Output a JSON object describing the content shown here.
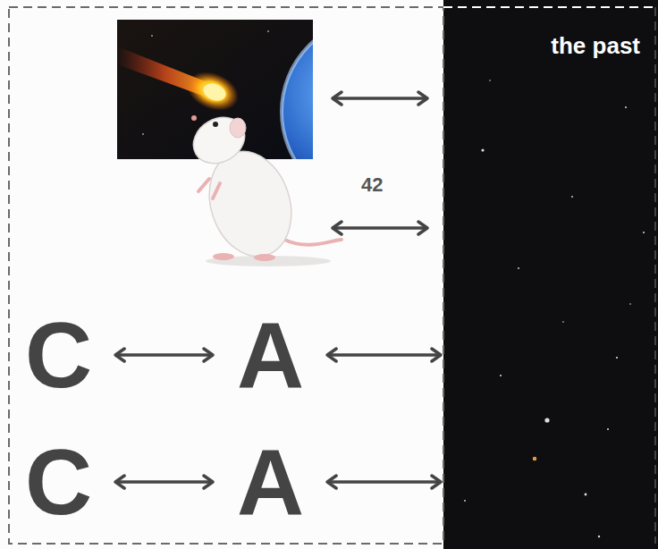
{
  "diagram": {
    "nodes": [
      {
        "text": [
          "the past"
        ]
      },
      {
        "text": [
          "C"
        ]
      },
      {
        "text": [
          "A"
        ]
      },
      {
        "text": [
          "C"
        ]
      },
      {
        "text": [
          "A"
        ]
      }
    ],
    "edges": [
      {
        "from": 1,
        "to": 2,
        "arrow": "both"
      },
      {
        "from": 2,
        "to": 0,
        "arrow": "both"
      },
      {
        "from": 3,
        "to": 4,
        "arrow": "both"
      },
      {
        "from": 4,
        "to": 0,
        "arrow": "both"
      }
    ],
    "labels": [
      "42"
    ]
  }
}
